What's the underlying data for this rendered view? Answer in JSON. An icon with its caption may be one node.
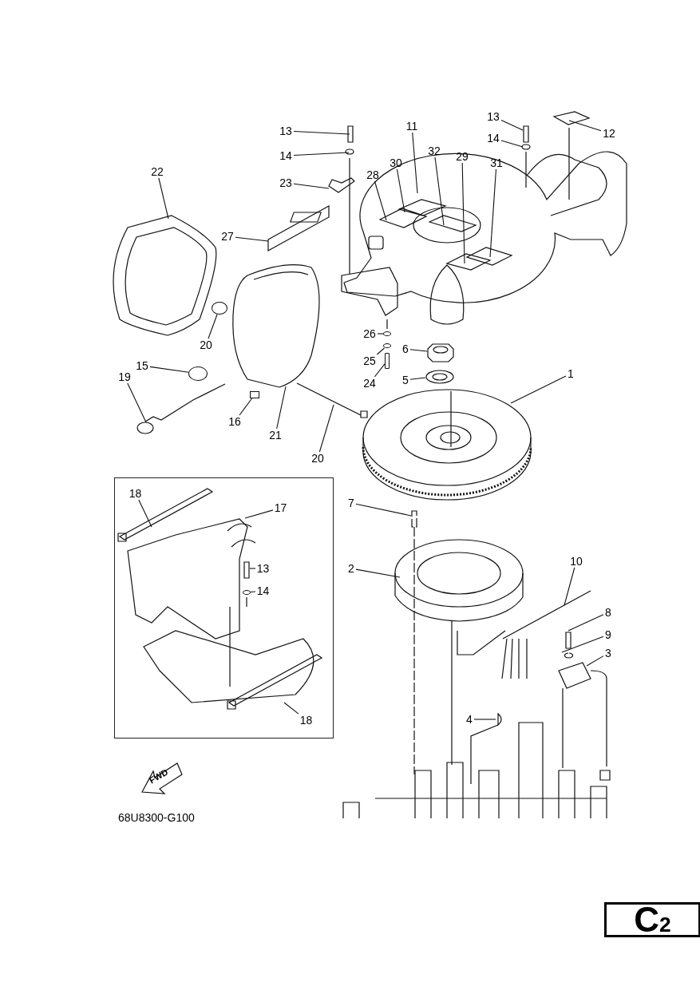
{
  "diagram": {
    "nodes": [
      {
        "text": [
          "13"
        ]
      },
      {
        "text": [
          "14"
        ]
      },
      {
        "text": [
          "22"
        ]
      },
      {
        "text": [
          "23"
        ]
      },
      {
        "text": [
          "27"
        ]
      },
      {
        "text": [
          "28"
        ]
      },
      {
        "text": [
          "30"
        ]
      },
      {
        "text": [
          "11"
        ]
      },
      {
        "text": [
          "32"
        ]
      },
      {
        "text": [
          "29"
        ]
      },
      {
        "text": [
          "31"
        ]
      },
      {
        "text": [
          "13"
        ]
      },
      {
        "text": [
          "14"
        ]
      },
      {
        "text": [
          "12"
        ]
      },
      {
        "text": [
          "20"
        ]
      },
      {
        "text": [
          "26"
        ]
      },
      {
        "text": [
          "25"
        ]
      },
      {
        "text": [
          "24"
        ]
      },
      {
        "text": [
          "6"
        ]
      },
      {
        "text": [
          "5"
        ]
      },
      {
        "text": [
          "15"
        ]
      },
      {
        "text": [
          "19"
        ]
      },
      {
        "text": [
          "16"
        ]
      },
      {
        "text": [
          "21"
        ]
      },
      {
        "text": [
          "20"
        ]
      },
      {
        "text": [
          "1"
        ]
      },
      {
        "text": [],
        "shape": "box"
      },
      {
        "text": [
          "18"
        ],
        "in": 26
      },
      {
        "text": [
          "17"
        ],
        "in": 26
      },
      {
        "text": [
          "13"
        ],
        "in": 26
      },
      {
        "text": [
          "14"
        ],
        "in": 26
      },
      {
        "text": [
          "18"
        ],
        "in": 26
      },
      {
        "text": [
          "7"
        ]
      },
      {
        "text": [
          "2"
        ]
      },
      {
        "text": [
          "10"
        ]
      },
      {
        "text": [
          "8"
        ]
      },
      {
        "text": [
          "9"
        ]
      },
      {
        "text": [
          "3"
        ]
      },
      {
        "text": [
          "4"
        ]
      },
      {
        "text": [
          "C$_{2}$"
        ]
      },
      {
        "text": [],
        "shape": "circle"
      },
      {
        "text": [],
        "shape": "circle"
      },
      {
        "text": [],
        "shape": "circle"
      },
      {
        "text": [],
        "shape": "bar"
      },
      {
        "text": [],
        "shape": "circle"
      },
      {
        "text": [],
        "shape": "box"
      },
      {
        "text": [],
        "shape": "circle",
        "in": 26
      }
    ],
    "edges": [
      {
        "from": 0,
        "to": null,
        "arrow": "none"
      },
      {
        "from": 1,
        "to": null,
        "arrow": "none"
      },
      {
        "from": 2,
        "to": null,
        "arrow": "none"
      },
      {
        "from": 3,
        "to": null,
        "arrow": "none"
      },
      {
        "from": 4,
        "to": null,
        "arrow": "none"
      },
      {
        "from": 5,
        "to": null,
        "arrow": "none"
      },
      {
        "from": 6,
        "to": null,
        "arrow": "none"
      },
      {
        "from": 7,
        "to": null,
        "arrow": "none"
      },
      {
        "from": 8,
        "to": null,
        "arrow": "none"
      },
      {
        "from": 9,
        "to": null,
        "arrow": "none"
      },
      {
        "from": 10,
        "to": null,
        "arrow": "none"
      },
      {
        "from": 11,
        "to": null,
        "arrow": "none"
      },
      {
        "from": 12,
        "to": null,
        "arrow": "none"
      },
      {
        "from": 13,
        "to": null,
        "arrow": "none"
      },
      {
        "from": 14,
        "to": 40,
        "arrow": "none"
      },
      {
        "from": 15,
        "to": 41,
        "arrow": "none"
      },
      {
        "from": 16,
        "to": 42,
        "arrow": "none"
      },
      {
        "from": 17,
        "to": 43,
        "arrow": "none"
      },
      {
        "from": 18,
        "to": null,
        "arrow": "none"
      },
      {
        "from": 19,
        "to": null,
        "arrow": "none"
      },
      {
        "from": 20,
        "to": 44,
        "arrow": "none"
      },
      {
        "from": 21,
        "to": null,
        "arrow": "none"
      },
      {
        "from": 22,
        "to": 45,
        "arrow": "none"
      },
      {
        "from": 23,
        "to": null,
        "arrow": "none"
      },
      {
        "from": 24,
        "to": null,
        "arrow": "none"
      },
      {
        "from": 25,
        "to": null,
        "arrow": "none"
      },
      {
        "from": 27,
        "to": null,
        "arrow": "none"
      },
      {
        "from": 28,
        "to": null,
        "arrow": "none"
      },
      {
        "from": 29,
        "to": null,
        "arrow": "none"
      },
      {
        "from": 30,
        "to": 46,
        "arrow": "none"
      },
      {
        "from": 31,
        "to": null,
        "arrow": "none"
      },
      {
        "from": 32,
        "to": null,
        "arrow": "none"
      },
      {
        "from": 33,
        "to": null,
        "arrow": "none"
      },
      {
        "from": 34,
        "to": null,
        "arrow": "none"
      },
      {
        "from": 35,
        "to": null,
        "arrow": "none"
      },
      {
        "from": 36,
        "to": null,
        "arrow": "none"
      },
      {
        "from": 37,
        "to": null,
        "arrow": "none"
      },
      {
        "from": 38,
        "to": null,
        "arrow": "none"
      }
    ],
    "labels": [
      "FWD",
      "68U8300-G100"
    ]
  }
}
